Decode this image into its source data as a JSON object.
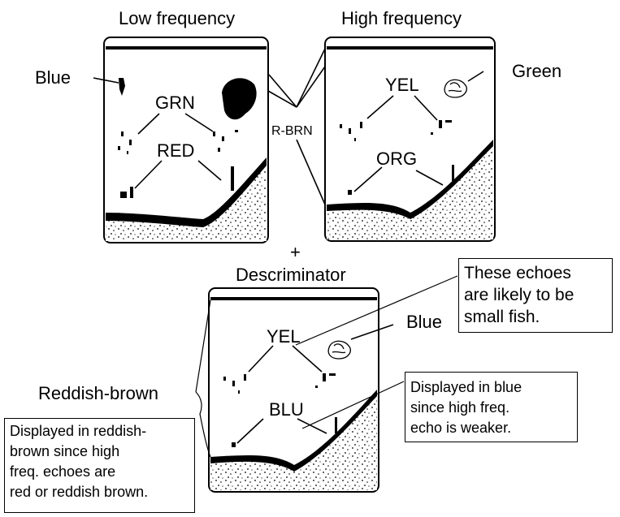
{
  "labels": {
    "low_frequency": "Low frequency",
    "high_frequency": "High frequency",
    "blue_left": "Blue",
    "grn": "GRN",
    "red": "RED",
    "r_brn": "R-BRN",
    "yel_top": "YEL",
    "org": "ORG",
    "green": "Green",
    "plus": "+",
    "discriminator": "Descriminator",
    "yel_bottom": "YEL",
    "blu": "BLU",
    "blue_right": "Blue",
    "reddish_brown": "Reddish-brown"
  },
  "notes": {
    "small_fish": "These echoes\nare likely to be\nsmall fish.",
    "blue_reason": "Displayed in blue\nsince high freq.\necho is weaker.",
    "reddish_reason": "Displayed in reddish-\nbrown since high\nfreq. echoes are\nred or reddish brown."
  }
}
